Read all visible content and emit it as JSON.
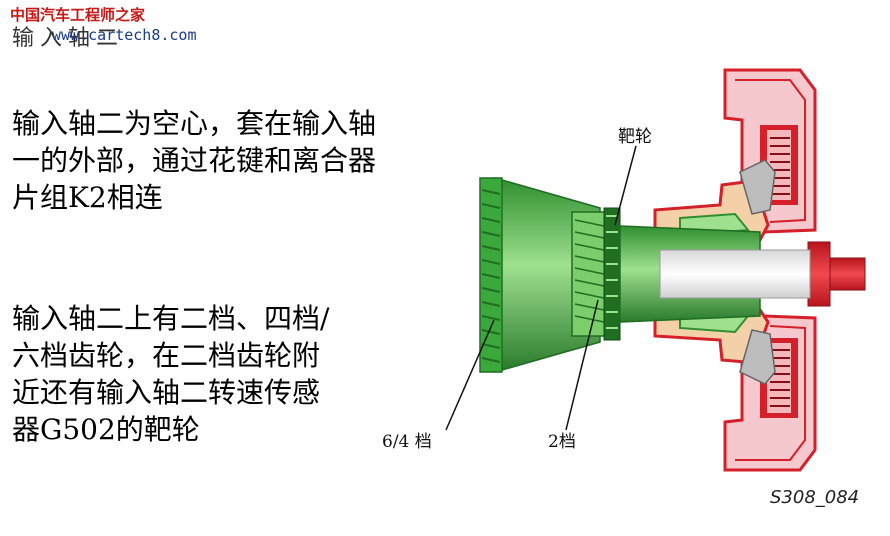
{
  "watermark": {
    "site_name": "中国汽车工程师之家",
    "site_url": "www.cartech8.com"
  },
  "heading": "输入轴二",
  "paragraphs": [
    {
      "lines": [
        "输入轴二为空心，套在输入轴",
        "一的外部，通过花键和离合器",
        "片组K2相连"
      ]
    },
    {
      "lines": [
        "输入轴二上有二档、四档/",
        "六档齿轮，在二档齿轮附",
        "近还有输入轴二转速传感",
        "器G502的靶轮"
      ]
    }
  ],
  "diagram": {
    "callouts": {
      "target_wheel": "靶轮",
      "gear_6_4": "6/4 档",
      "gear_2": "2档"
    },
    "figure_id": "S308_084",
    "colors": {
      "shaft_green": "#3aa83a",
      "shaft_light": "#9ee08e",
      "clutch_red": "#d4202a",
      "clutch_pink": "#f2b8bc",
      "housing_grey": "#9a9a9a",
      "spline_dark": "#1f6e22"
    }
  }
}
